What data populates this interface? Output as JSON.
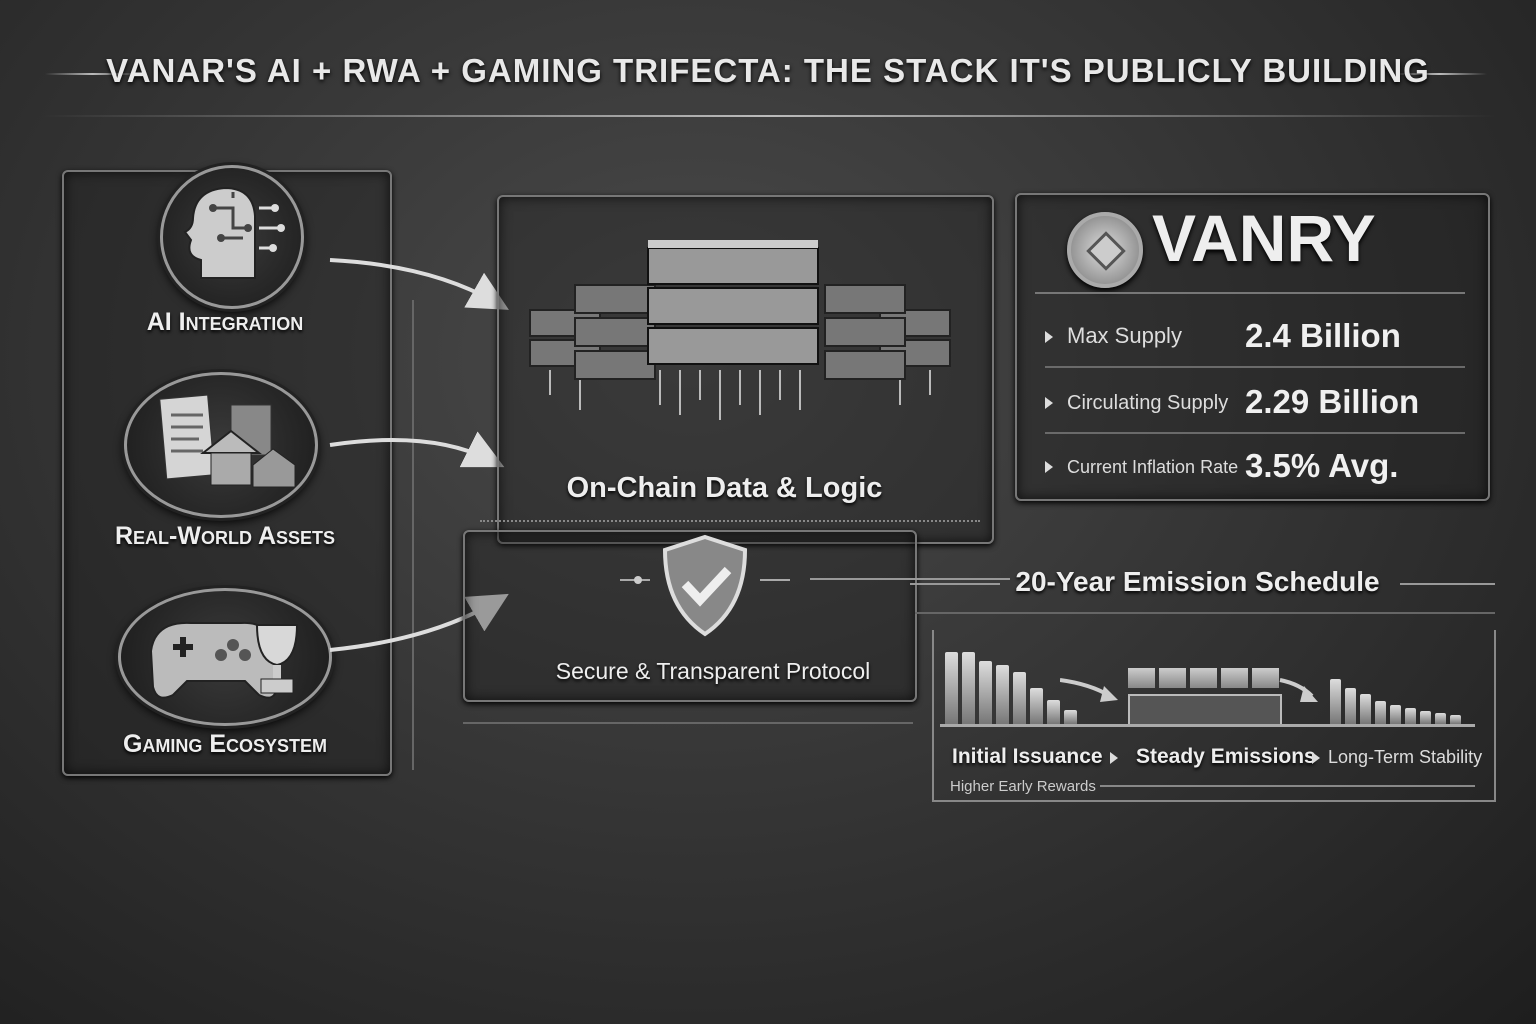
{
  "title": "VANAR'S AI + RWA + GAMING TRIFECTA: THE STACK IT'S PUBLICLY BUILDING",
  "pillars": [
    {
      "label": "AI Integration",
      "icon": "ai-head-circuit-icon"
    },
    {
      "label": "Real-World Assets",
      "icon": "documents-buildings-house-icon"
    },
    {
      "label": "Gaming Ecosystem",
      "icon": "gamepad-trophy-icon"
    }
  ],
  "core": {
    "label": "On-Chain Data & Logic",
    "icon": "server-stack-icon"
  },
  "protocol": {
    "label": "Secure & Transparent Protocol",
    "icon": "shield-check-icon"
  },
  "token": {
    "name": "VANRY",
    "icon": "vanry-coin-icon",
    "stats": [
      {
        "key": "Max Supply",
        "value": "2.4 Billion"
      },
      {
        "key": "Circulating Supply",
        "value": "2.29 Billion"
      },
      {
        "key": "Current Inflation Rate",
        "value": "3.5% Avg."
      }
    ]
  },
  "emission": {
    "title": "20-Year Emission Schedule",
    "phases": [
      {
        "label": "Initial Issuance",
        "sub": "Higher Early Rewards"
      },
      {
        "label": "Steady Emissions"
      },
      {
        "label": "Long-Term Stability"
      }
    ],
    "initial_bars": [
      100,
      100,
      88,
      82,
      72,
      50,
      34,
      20
    ],
    "steady_blocks": 5,
    "stability_bars": [
      62,
      50,
      42,
      32,
      27,
      22,
      18,
      15,
      12
    ]
  }
}
